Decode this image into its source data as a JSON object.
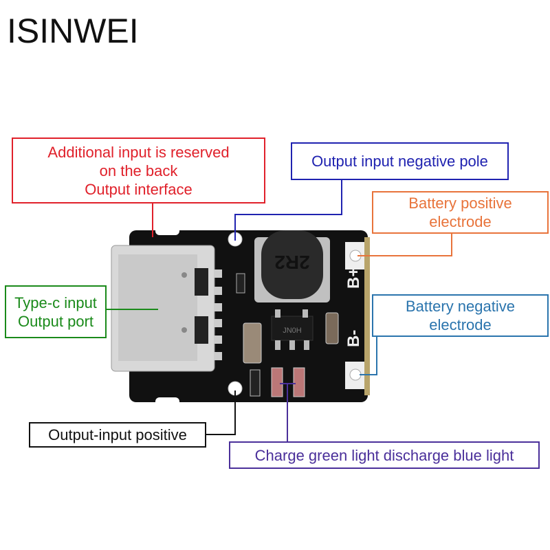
{
  "brand": "ISINWEI",
  "board": {
    "left_label": "B+",
    "right_label": "B-",
    "chip_marking": "JN0H",
    "inductor_marking": "2R2"
  },
  "labels": {
    "back_output": {
      "lines": [
        "Additional input is reserved",
        "on the back",
        "Output interface"
      ],
      "color": "#e0202a"
    },
    "negative_pole": {
      "lines": [
        "Output input negative pole"
      ],
      "color": "#1f22b0"
    },
    "battery_positive": {
      "lines": [
        "Battery positive",
        "electrode"
      ],
      "color": "#e8733a"
    },
    "battery_negative": {
      "lines": [
        "Battery negative",
        "electrode"
      ],
      "color": "#2a74ad"
    },
    "typec": {
      "lines": [
        "Type-c input",
        "Output port"
      ],
      "color": "#1a8a1a"
    },
    "positive": {
      "lines": [
        "Output-input positive"
      ],
      "color": "#111111"
    },
    "leds": {
      "lines": [
        "Charge green light discharge blue light"
      ],
      "color": "#4a2f9a"
    }
  }
}
